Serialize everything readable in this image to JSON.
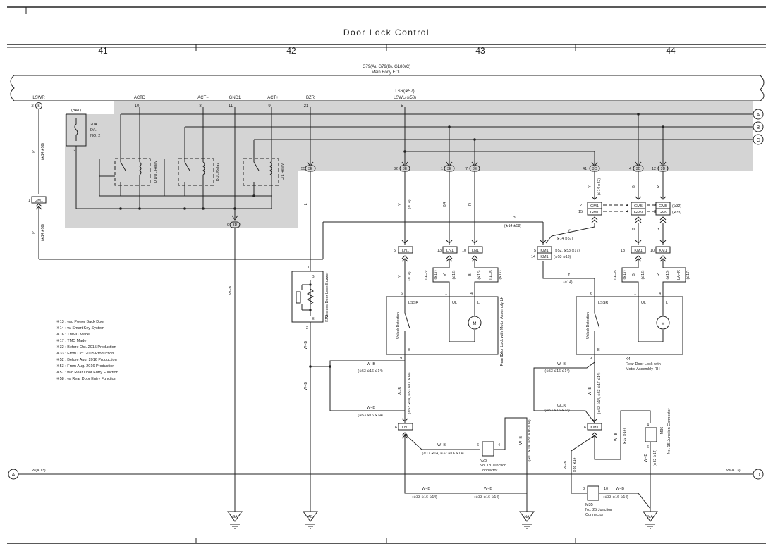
{
  "title": "Door Lock Control",
  "columns": [
    "41",
    "42",
    "43",
    "44"
  ],
  "ecu": {
    "title_line1": "G79(A), G79(B), G180(C)",
    "title_line2": "Main Body ECU",
    "pins": [
      {
        "name": "LSWR",
        "num": "2",
        "conn": "B"
      },
      {
        "name": "ACTD",
        "num": "10",
        "conn": ""
      },
      {
        "name": "ACT−",
        "num": "8",
        "conn": ""
      },
      {
        "name": "GND1",
        "num": "11",
        "conn": ""
      },
      {
        "name": "ACT+",
        "num": "9",
        "conn": ""
      },
      {
        "name": "BZR",
        "num": "21",
        "conn": ""
      },
      {
        "name": "LSR(※57)",
        "num": "5",
        "conn": ""
      },
      {
        "name": "LSWL(※58)",
        "num": "",
        "conn": ""
      }
    ]
  },
  "offpage": [
    "A",
    "B",
    "C",
    "D"
  ],
  "fuse": {
    "supply": "(BAT)",
    "label1": "20A",
    "label2": "D/L",
    "label3": "NO. 2",
    "pin": "2"
  },
  "relays": [
    "D DUL Relay",
    "DUL Relay",
    "D/L Relay"
  ],
  "connectors": {
    "c3e_55": "55",
    "c3e_32": "32",
    "c3e_1": "1",
    "c3e_7": "7",
    "c3c_41": "41",
    "c3d_4": "4",
    "c3d_12": "12",
    "c3d_9": "9",
    "conn_3e": "3E",
    "conn_3c": "3C",
    "conn_3d": "3D",
    "gm1": "GM1",
    "gm5": "GM5",
    "gm9": "GM9",
    "ln1": "LN1",
    "km1": "KM1"
  },
  "wire_labels": {
    "p": "P",
    "y": "Y",
    "br": "BR",
    "r": "R",
    "l": "L",
    "b": "B",
    "v": "V",
    "wb": "W−B",
    "lav": "LA−V",
    "lab": "LA−B",
    "lar": "LA−R",
    "w13": "W(※13)",
    "n_14_58": "(※14 ※58)",
    "n_14": "(※14)",
    "n_16": "(※16)",
    "n_17": "(※17)",
    "n_14_57": "(※14 ※57)",
    "n_32": "(※32)",
    "n_33": "(※33)",
    "n_52_53_17": "(※52, ※53 ※17)",
    "n_53_16": "(※53 ※16)",
    "n_53_16_14": "(※53 ※16 ※14)",
    "n_52_14_53_17_14": "(※52 ※14, ※53 ※17 ※14)",
    "n_17_14_32_16_14": "(※17 ※14, ※32 ※16 ※14)",
    "n_33_16_14": "(※33 ※16 ※14)",
    "n_32_14": "(※32 ※14)",
    "n_38_14": "(※38 ※14)"
  },
  "components": {
    "buzzer_id": "K12",
    "buzzer_name": "Wireless Door Lock Buzzer",
    "l4_id": "L4",
    "l4_name": "Rear Door Lock with Motor Assembly LH",
    "k4_id": "K4",
    "k4_name1": "Rear Door Lock with",
    "k4_name2": "Motor Assembly RH",
    "lssr": "LSSR",
    "ul": "UL",
    "l": "L",
    "m": "M",
    "unlock": "Unlock Detection",
    "e": "E",
    "b": "B",
    "n23_id": "N23",
    "n23_name1": "No. 18 Junction",
    "n23_name2": "Connector",
    "m35_id": "M35",
    "m35_name1": "No. 25 Junction",
    "m35_name2": "Connector",
    "m36_id": "M36",
    "m36_name": "No. 15 Junction Connector"
  },
  "grounds": [
    "GA",
    "AB",
    "NA",
    "MA"
  ],
  "notes": [
    "※13 : w/o Power Back Door",
    "※14 : w/ Smart Key System",
    "※16 : TMMC Made",
    "※17 : TMC Made",
    "※32 : Before Oct. 2015 Production",
    "※33 : From Oct. 2015 Production",
    "※52 : Before Aug. 2016 Production",
    "※53 : From Aug. 2016 Production",
    "※57 : w/o Rear Door Entry Function",
    "※58 : w/ Rear Door Entry Function"
  ],
  "colors": {
    "shade": "#d4d4d4",
    "line": "#222222"
  }
}
